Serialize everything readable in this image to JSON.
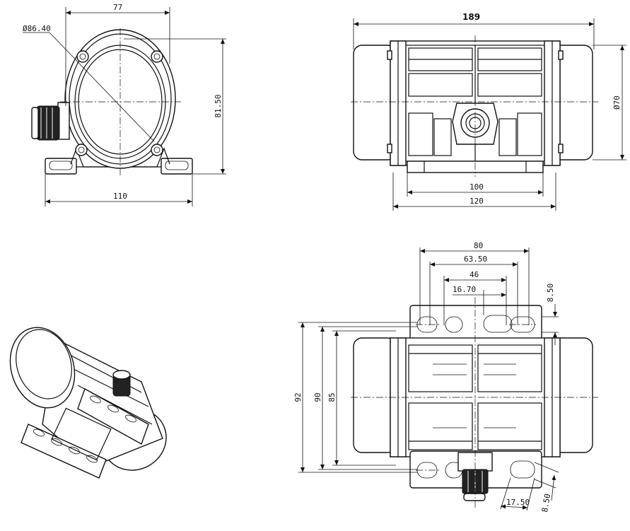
{
  "views": {
    "front": {
      "dims": {
        "width_top": "77",
        "diameter": "Ø86.40",
        "height": "81.50",
        "base_width": "110"
      }
    },
    "side": {
      "dims": {
        "overall_length": "189",
        "diameter": "Ø70",
        "inner_base": "100",
        "outer_base": "120"
      }
    },
    "top": {
      "dims": {
        "d80": "80",
        "d63_50": "63.50",
        "d46": "46",
        "d16_70": "16.70",
        "d8_50_top": "8.50",
        "d92": "92",
        "d90": "90",
        "d85": "85",
        "d17_50": "17.50",
        "d8_50_bottom": "8.50"
      }
    }
  }
}
